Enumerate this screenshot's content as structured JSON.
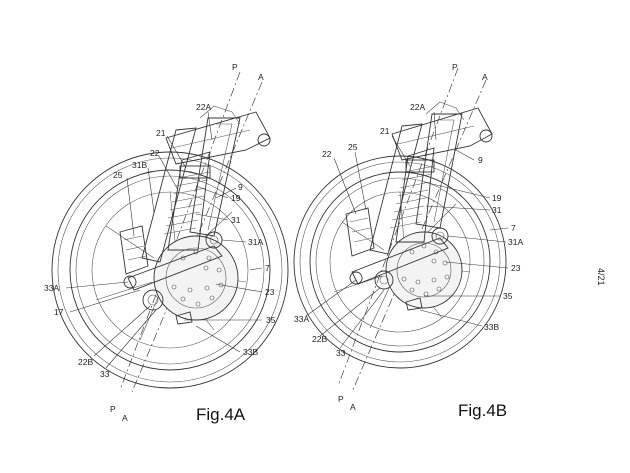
{
  "sheet_number": "4/21",
  "fig_a": {
    "caption": "Fig.4A",
    "axis_top": [
      "P",
      "A"
    ],
    "axis_bottom": [
      "P",
      "A"
    ],
    "labels": [
      "22A",
      "21",
      "22",
      "31B",
      "25",
      "9",
      "19",
      "31",
      "31A",
      "7",
      "33A",
      "17",
      "23",
      "35",
      "22B",
      "33",
      "33B"
    ]
  },
  "fig_b": {
    "caption": "Fig.4B",
    "axis_top": [
      "P",
      "A"
    ],
    "axis_bottom": [
      "P",
      "A"
    ],
    "labels": [
      "22A",
      "21",
      "22",
      "25",
      "9",
      "19",
      "31",
      "7",
      "31A",
      "23",
      "35",
      "33A",
      "22B",
      "33",
      "33B"
    ]
  }
}
